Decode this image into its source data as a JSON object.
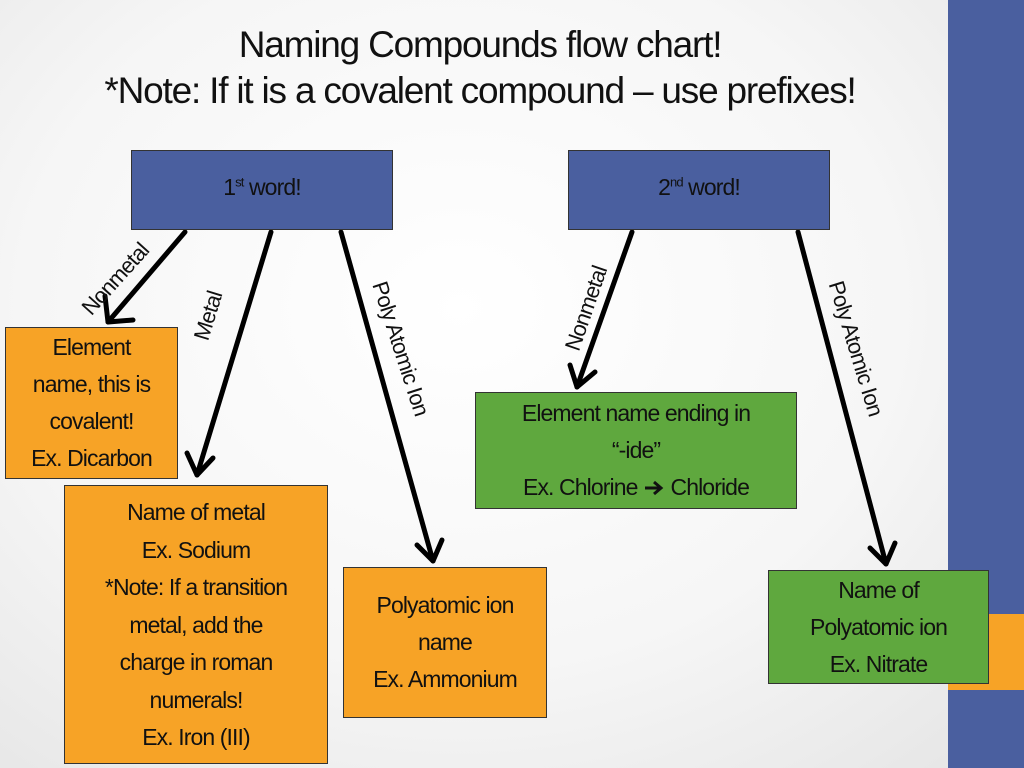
{
  "title": {
    "line1": "Naming Compounds flow chart!",
    "line2": "*Note: If it is a covalent compound – use prefixes!"
  },
  "first_word": {
    "base": "1",
    "sup": "st",
    "rest": " word!"
  },
  "second_word": {
    "base": "2",
    "sup": "nd",
    "rest": " word!"
  },
  "labels": {
    "nonmetal_left": "Nonmetal",
    "metal": "Metal",
    "poly_left": "Poly Atomic Ion",
    "nonmetal_right": "Nonmetal",
    "poly_right": "Poly Atomic Ion"
  },
  "boxes": {
    "element_covalent": "Element\nname, this is\ncovalent!\nEx. Dicarbon",
    "metal_name": "Name of metal\nEx. Sodium\n*Note: If a transition\nmetal, add the\ncharge in roman\nnumerals!\nEx. Iron (III)",
    "polyatomic_left": "Polyatomic ion\nname\nEx. Ammonium",
    "ide_line1": "Element name ending in",
    "ide_line2": "“-ide”",
    "ide_ex_a": "Ex. Chlorine",
    "ide_ex_b": "Chloride",
    "polyatomic_right": "Name of\nPolyatomic ion\nEx. Nitrate"
  },
  "colors": {
    "blue": "#4a5f9f",
    "orange": "#f7a326",
    "green": "#5fa83e"
  }
}
